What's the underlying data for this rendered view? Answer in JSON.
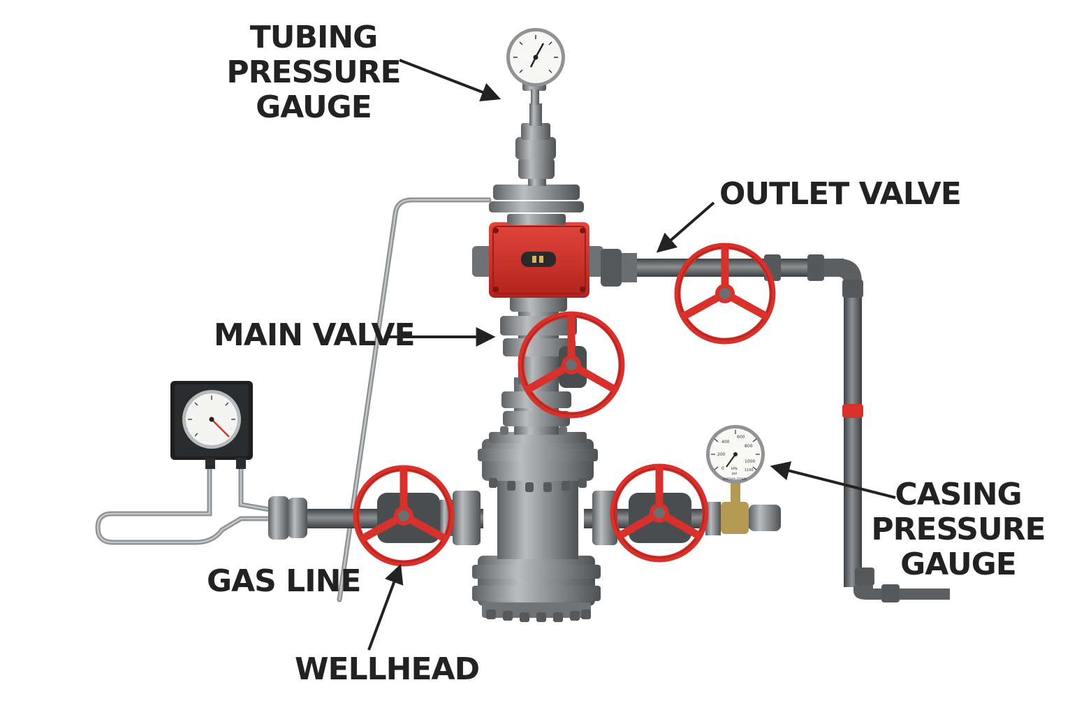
{
  "labels": {
    "tubing_pressure_gauge": [
      "TUBING",
      "PRESSURE",
      "GAUGE"
    ],
    "outlet_valve": "OUTLET VALVE",
    "main_valve": "MAIN VALVE",
    "casing_pressure_gauge": [
      "CASING",
      "PRESSURE",
      "GAUGE"
    ],
    "gas_line": "GAS LINE",
    "wellhead": "WELLHEAD"
  },
  "casing_gauge_face": {
    "scale_ticks": [
      "0",
      "200",
      "400",
      "600",
      "800",
      "1000",
      "1100"
    ],
    "units": [
      "kPa",
      "psi"
    ],
    "brand": "MARSHALLTOWN"
  },
  "colors": {
    "valve_red": "#d8312b",
    "steel": "#8a8e90",
    "pipe_dark": "#5f6366",
    "label_text": "#222222",
    "arrow": "#222222"
  }
}
